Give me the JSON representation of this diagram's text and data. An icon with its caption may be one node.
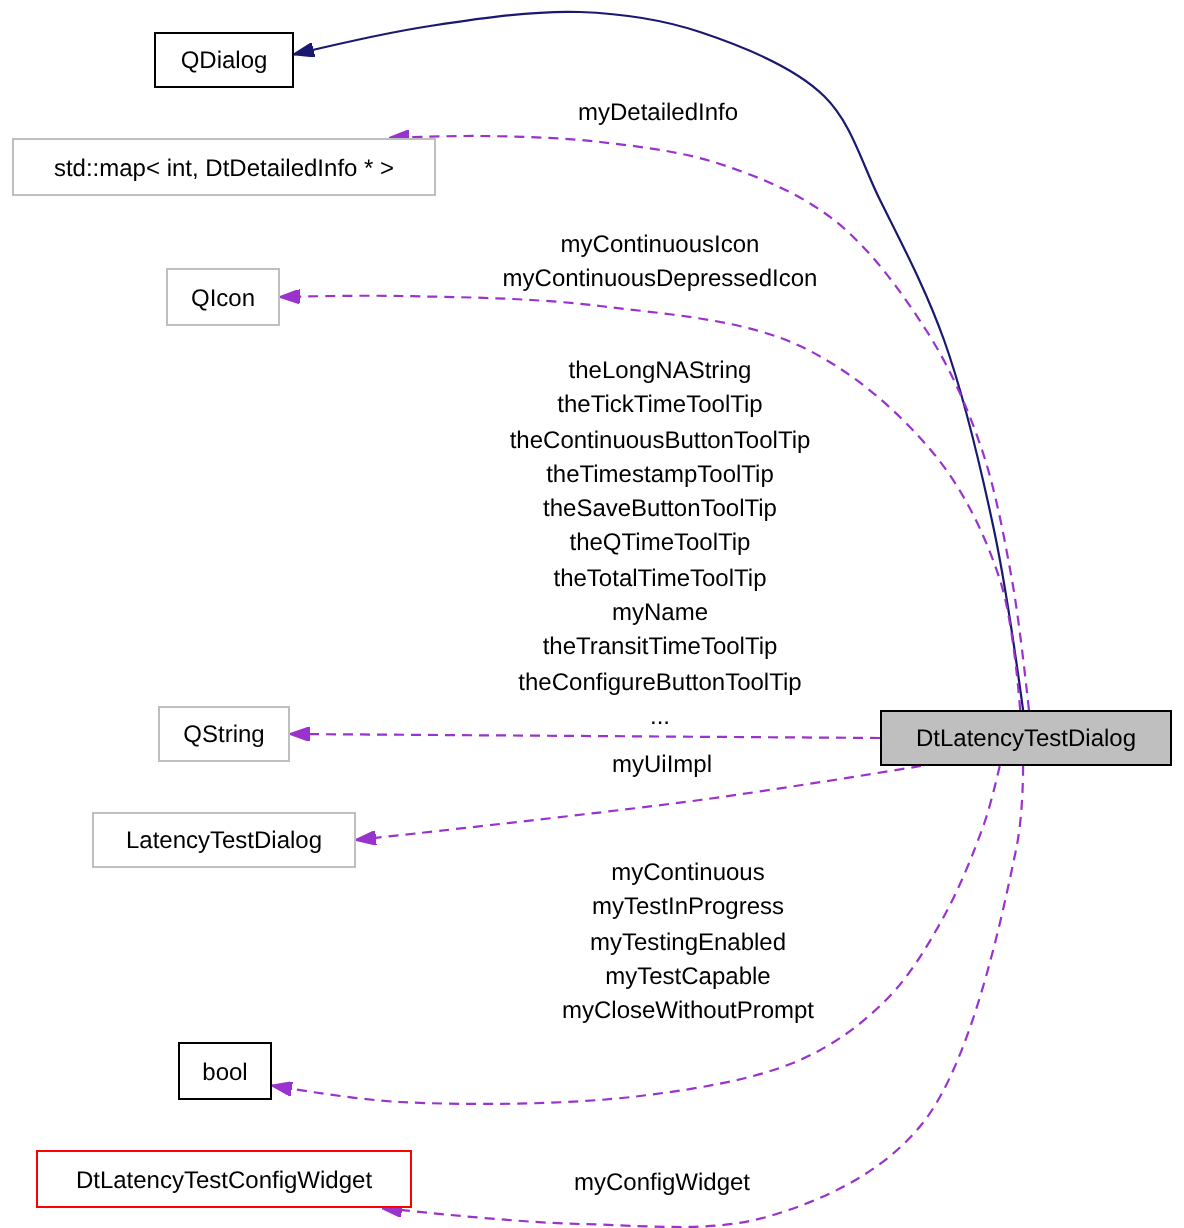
{
  "diagram": {
    "nodes": [
      {
        "text": [
          "QDialog"
        ]
      },
      {
        "text": [
          "std::map< int, DtDetailedInfo * >"
        ]
      },
      {
        "text": [
          "QIcon"
        ]
      },
      {
        "text": [
          "QString"
        ]
      },
      {
        "text": [
          "LatencyTestDialog"
        ]
      },
      {
        "text": [
          "bool"
        ]
      },
      {
        "text": [
          "DtLatencyTestConfigWidget"
        ]
      },
      {
        "text": [
          "DtLatencyTestDialog"
        ]
      }
    ],
    "edges": [
      {
        "from": 7,
        "to": 0,
        "arrow": "to",
        "color": "#191970"
      },
      {
        "from": 7,
        "to": 1,
        "arrow": "to",
        "style": "dashed",
        "label": "myDetailedInfo"
      },
      {
        "from": 7,
        "to": 2,
        "arrow": "to",
        "style": "dashed",
        "label": "myContinuousIcon myContinuousDepressedIcon"
      },
      {
        "from": 7,
        "to": 3,
        "arrow": "to",
        "style": "dashed",
        "label": "theLongNAString theTickTimeToolTip theContinuousButtonToolTip theTimestampToolTip theSaveButtonToolTip theQTimeToolTip theTotalTimeToolTip myName theTransitTimeToolTip theConfigureButtonToolTip ..."
      },
      {
        "from": 7,
        "to": 4,
        "arrow": "to",
        "style": "dashed",
        "label": "myUiImpl"
      },
      {
        "from": 7,
        "to": 5,
        "arrow": "to",
        "style": "dashed",
        "label": "myContinuous myTestInProgress myTestingEnabled myTestCapable myCloseWithoutPrompt"
      },
      {
        "from": 7,
        "to": 6,
        "arrow": "to",
        "style": "dashed",
        "label": "myConfigWidget"
      }
    ]
  }
}
